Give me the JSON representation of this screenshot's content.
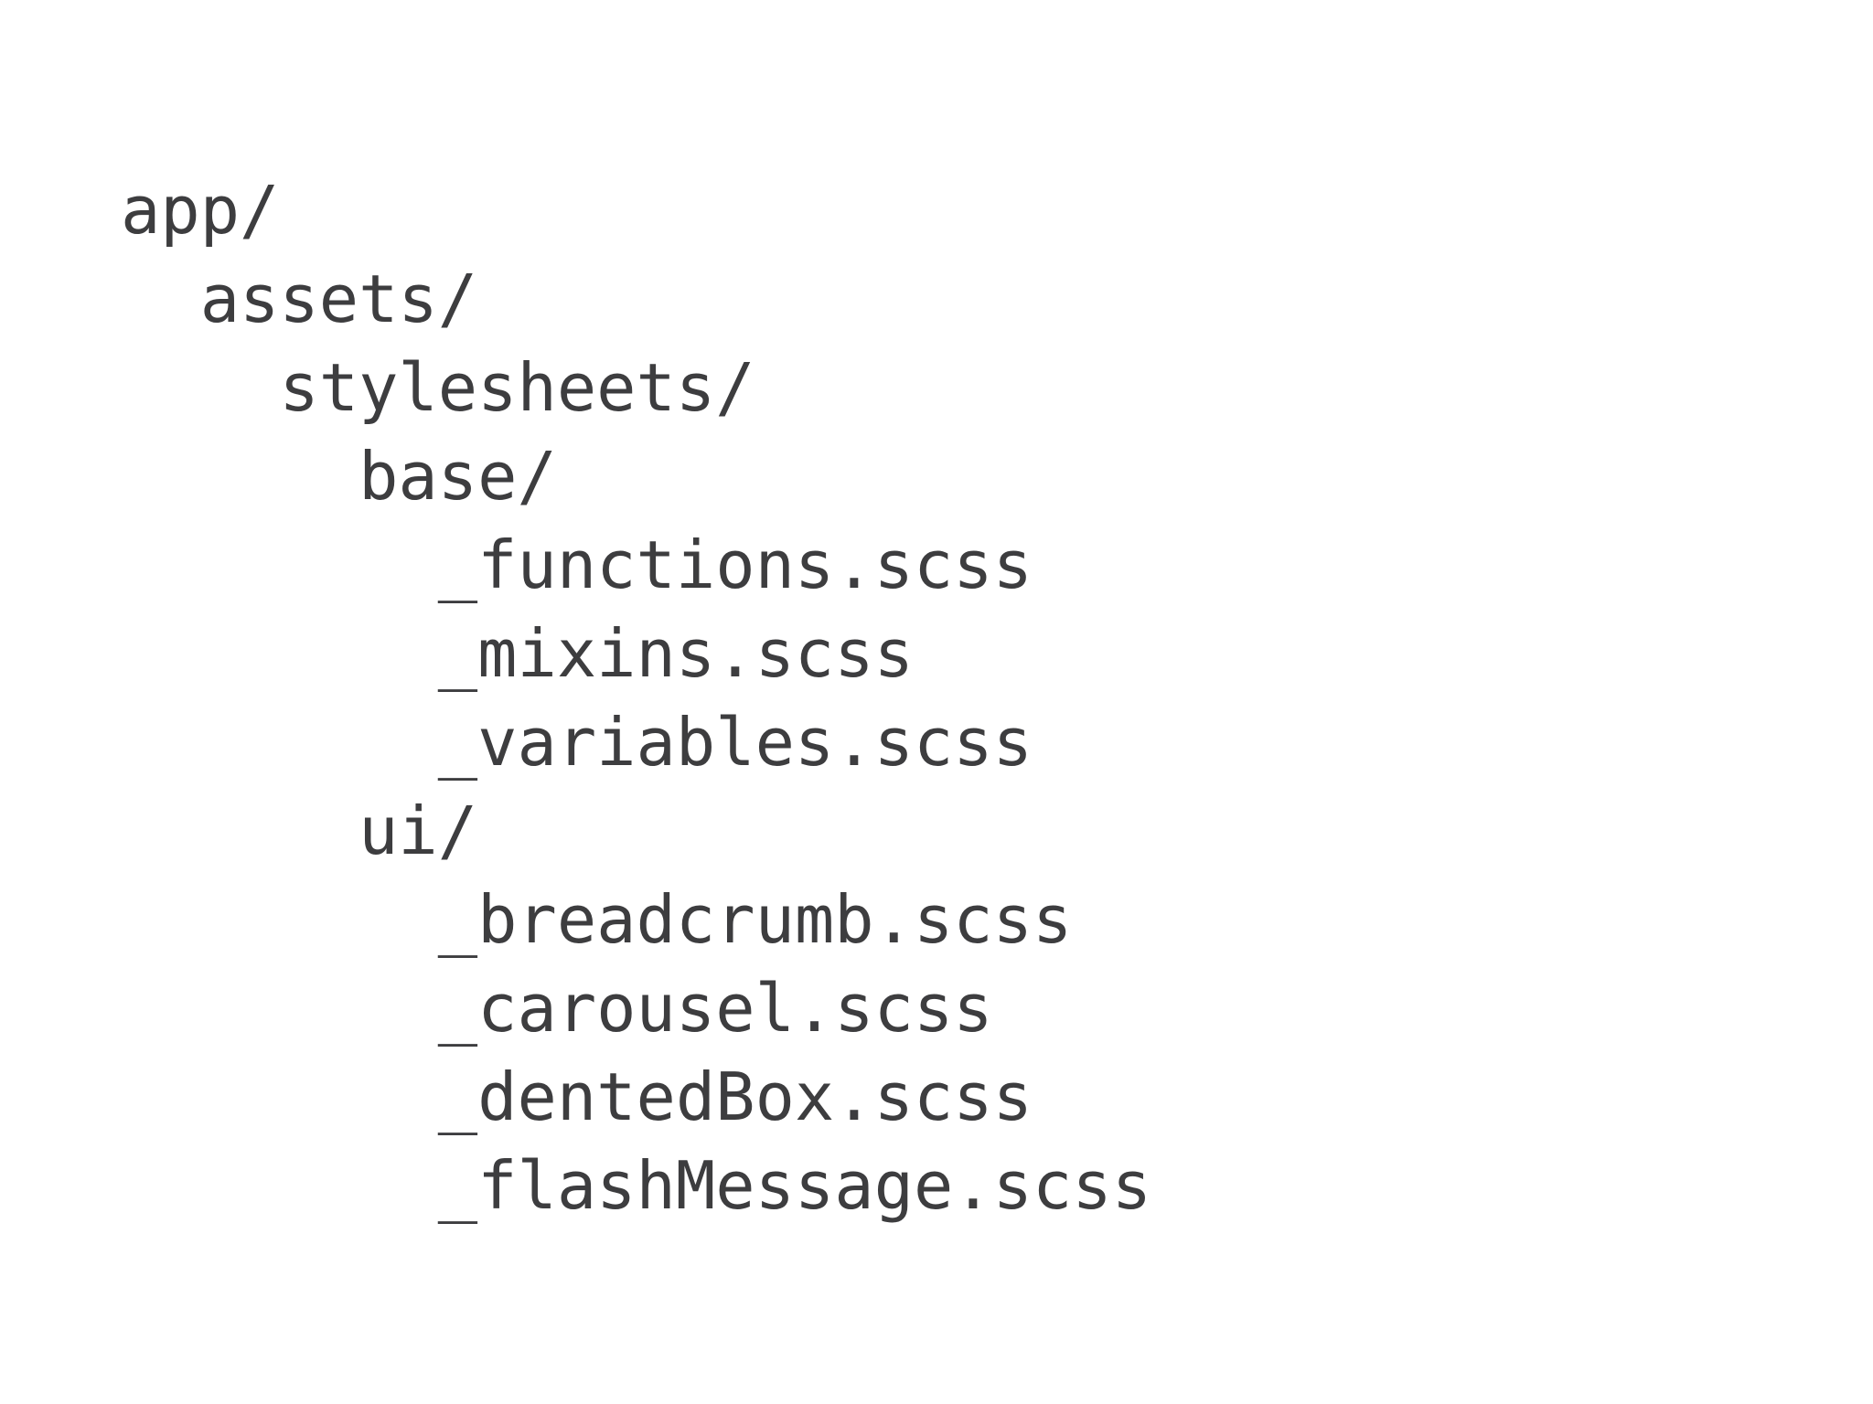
{
  "page": {
    "background_color": "#ffffff",
    "text_color": "#3d3d3f"
  },
  "file_tree": {
    "indent_unit_spaces": 2,
    "lines": [
      {
        "indent": 0,
        "text": "app/",
        "type": "directory"
      },
      {
        "indent": 1,
        "text": "assets/",
        "type": "directory"
      },
      {
        "indent": 2,
        "text": "stylesheets/",
        "type": "directory"
      },
      {
        "indent": 3,
        "text": "base/",
        "type": "directory"
      },
      {
        "indent": 4,
        "text": "_functions.scss",
        "type": "file"
      },
      {
        "indent": 4,
        "text": "_mixins.scss",
        "type": "file"
      },
      {
        "indent": 4,
        "text": "_variables.scss",
        "type": "file"
      },
      {
        "indent": 3,
        "text": "ui/",
        "type": "directory"
      },
      {
        "indent": 4,
        "text": "_breadcrumb.scss",
        "type": "file"
      },
      {
        "indent": 4,
        "text": "_carousel.scss",
        "type": "file"
      },
      {
        "indent": 4,
        "text": "_dentedBox.scss",
        "type": "file"
      },
      {
        "indent": 4,
        "text": "_flashMessage.scss",
        "type": "file"
      }
    ]
  }
}
